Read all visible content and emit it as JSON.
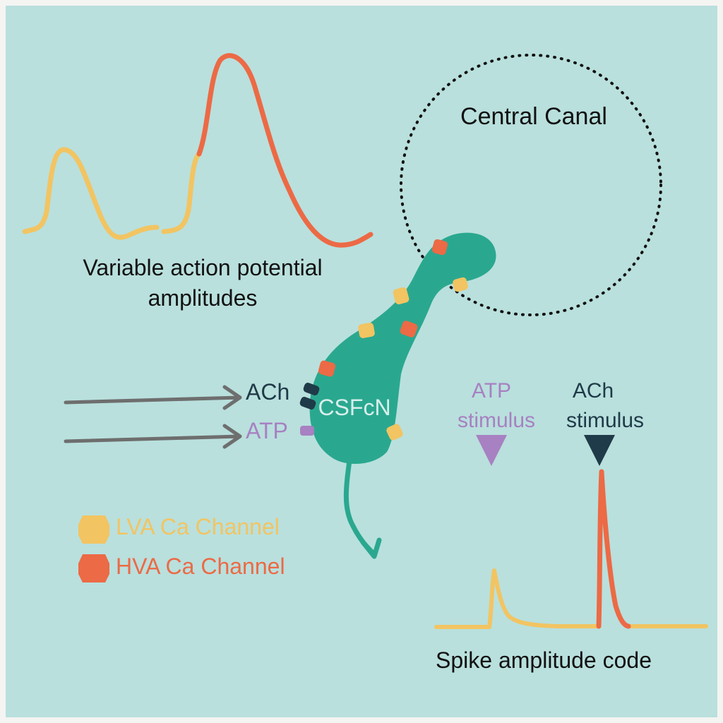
{
  "labels": {
    "central_canal": "Central Canal",
    "variable_line1": "Variable action potential",
    "variable_line2": "amplitudes",
    "ach": "ACh",
    "atp": "ATP",
    "csfcn": "CSFcN",
    "atp_stim_line1": "ATP",
    "atp_stim_line2": "stimulus",
    "ach_stim_line1": "ACh",
    "ach_stim_line2": "stimulus",
    "spike_code": "Spike amplitude code"
  },
  "legend": [
    {
      "label": "LVA Ca Channel",
      "color": "#f2c462"
    },
    {
      "label": "HVA Ca Channel",
      "color": "#ec6a45"
    }
  ],
  "colors": {
    "background": "#b9e0dd",
    "border": "#f4f4f2",
    "cell": "#2aa88f",
    "lva": "#f2c462",
    "hva": "#ec6a45",
    "ach": "#1f3a48",
    "atp": "#a781c2",
    "axon": "#6e6e6e",
    "text": "#111111"
  }
}
